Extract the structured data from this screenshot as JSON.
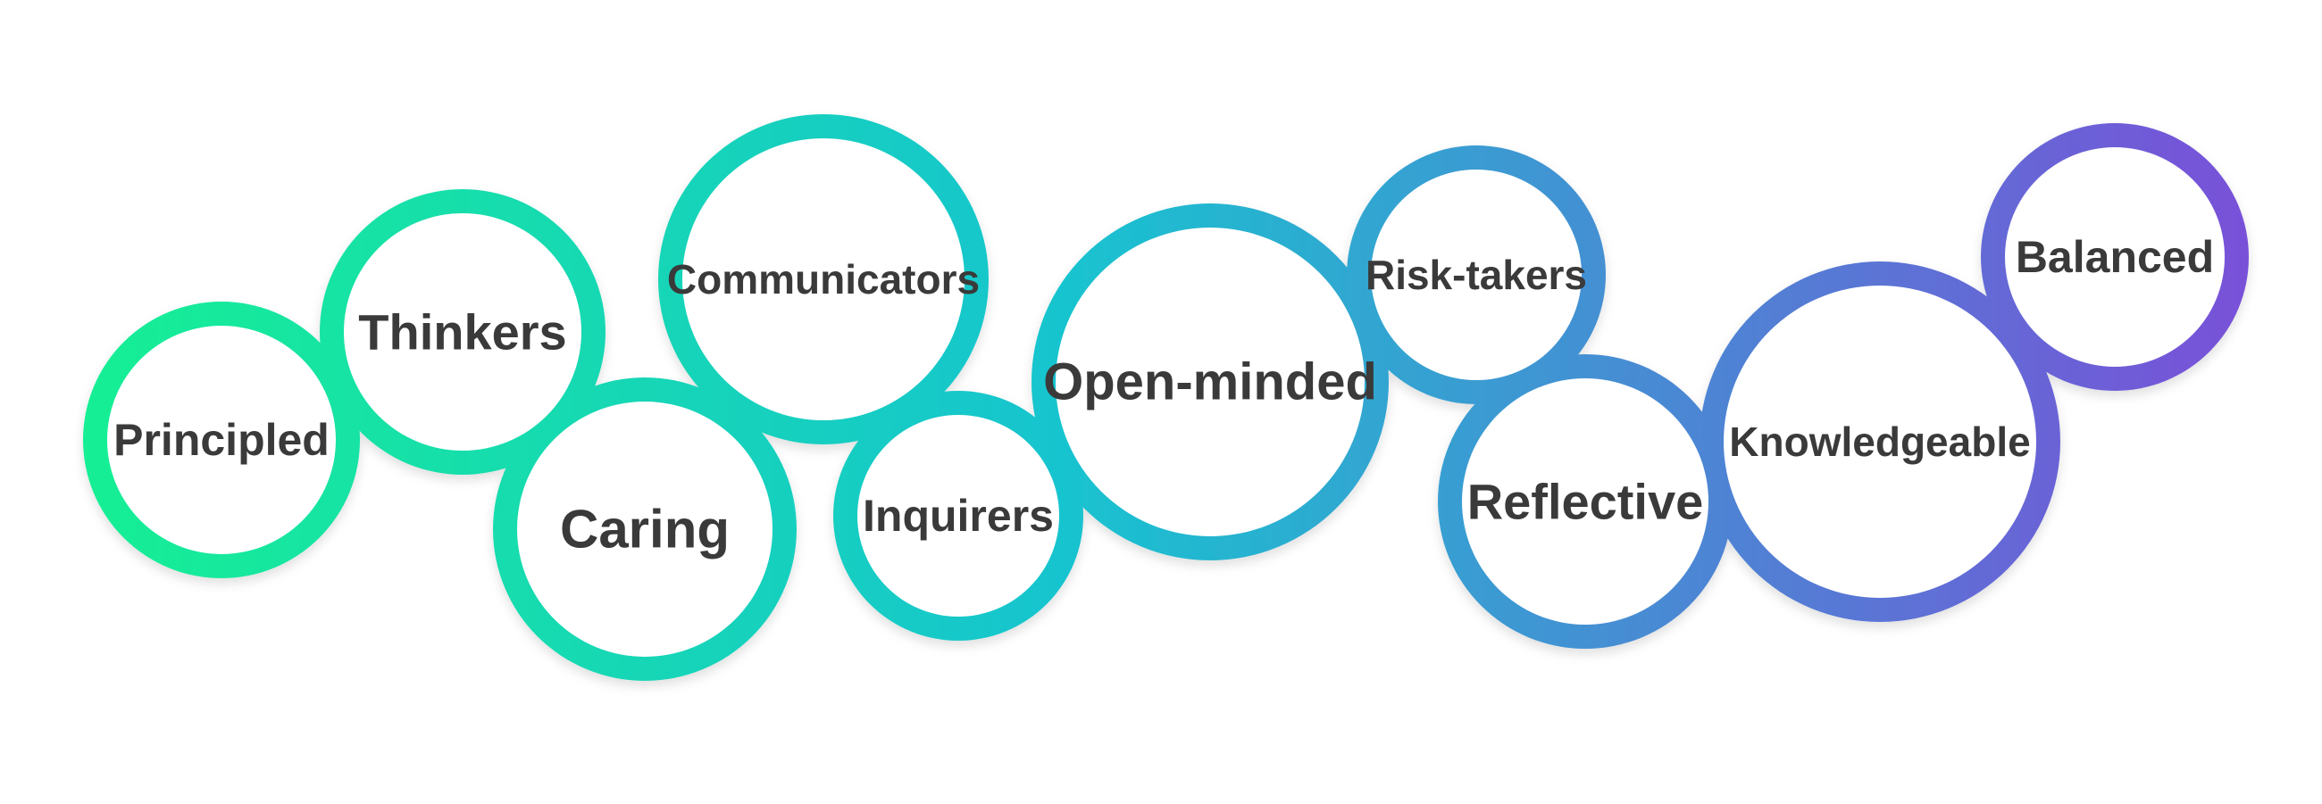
{
  "traits": [
    {
      "label": "Principled"
    },
    {
      "label": "Thinkers"
    },
    {
      "label": "Caring"
    },
    {
      "label": "Communicators"
    },
    {
      "label": "Inquirers"
    },
    {
      "label": "Open-minded"
    },
    {
      "label": "Risk-takers"
    },
    {
      "label": "Reflective"
    },
    {
      "label": "Knowledgeable"
    },
    {
      "label": "Balanced"
    }
  ],
  "colors": {
    "gradient_start": "#12ef94",
    "gradient_mid": "#18c4cf",
    "gradient_end": "#7a4fd8",
    "circle_fill": "#ffffff",
    "label": "#3a3a3a"
  }
}
